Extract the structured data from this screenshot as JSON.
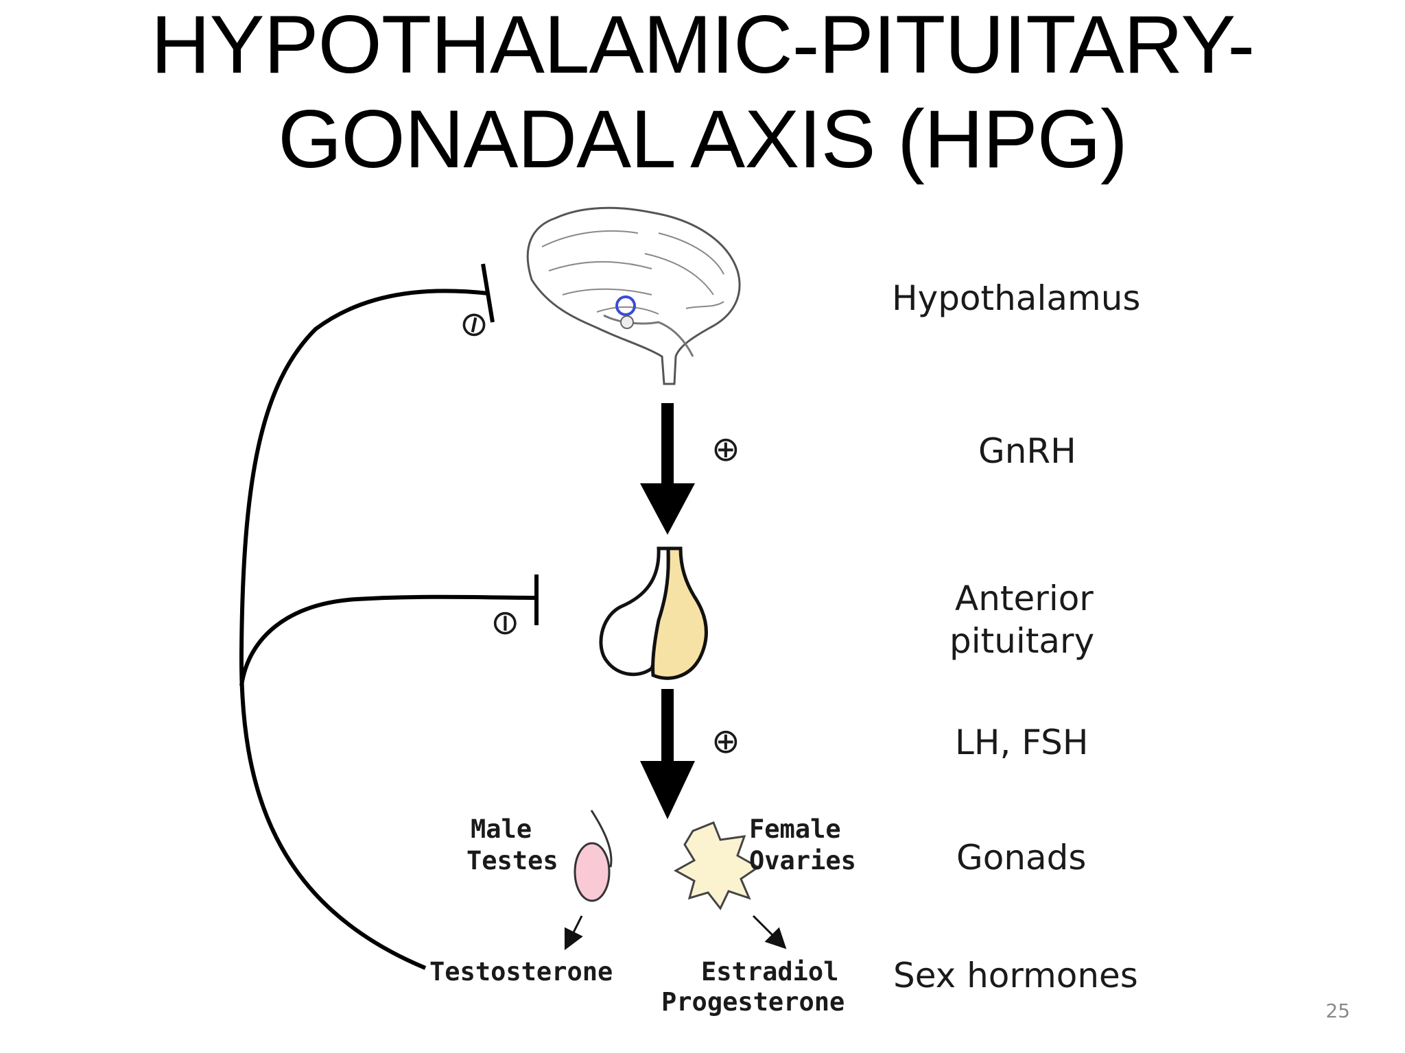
{
  "slide": {
    "title_line1": "HYPOTHALAMIC-PITUITARY-",
    "title_line2": "GONADAL AXIS (HPG)",
    "slide_number": "25"
  },
  "levels": {
    "hypothalamus": "Hypothalamus",
    "gnrh": "GnRH",
    "anterior_line1": "Anterior",
    "anterior_line2": "pituitary",
    "lh_fsh": "LH, FSH",
    "gonads": "Gonads",
    "sex_hormones": "Sex hormones"
  },
  "gonads": {
    "male_line1": "Male",
    "male_line2": "Testes",
    "female_line1": "Female",
    "female_line2": "Ovaries"
  },
  "hormones": {
    "testosterone": "Testosterone",
    "estradiol": "Estradiol",
    "progesterone": "Progesterone"
  },
  "signs": {
    "inhibit": "⊖",
    "stimulate": "⊕"
  },
  "colors": {
    "pituitary_anterior": "#f7e2a6",
    "testes": "#f9c9d6",
    "ovaries": "#fbf3d0",
    "hypothalamus_marker": "#3a4bd8"
  }
}
